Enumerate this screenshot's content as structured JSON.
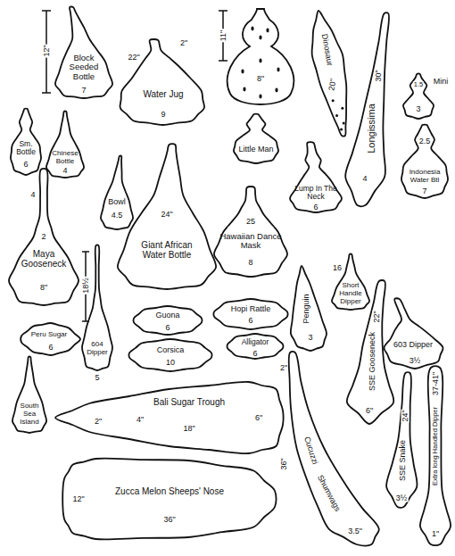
{
  "diagram": {
    "nodes": [
      {
        "text": [
          "Block Seeded Bottle"
        ]
      },
      {
        "text": [
          "Water Jug"
        ]
      },
      {
        "text": [
          "Dinosaur"
        ]
      },
      {
        "text": [
          "Longissima"
        ]
      },
      {
        "text": [
          "Mini"
        ]
      },
      {
        "text": [
          "Sm. Bottle"
        ]
      },
      {
        "text": [
          "Chinese Bottle"
        ]
      },
      {
        "text": [
          "Little Man"
        ]
      },
      {
        "text": [
          "Lump In The Neck"
        ]
      },
      {
        "text": [
          "Indonesia Water Btl"
        ]
      },
      {
        "text": [
          "Bowl"
        ]
      },
      {
        "text": [
          "Giant African Water Bottle"
        ]
      },
      {
        "text": [
          "Hawaiian Dance Mask"
        ]
      },
      {
        "text": [
          "Maya Gooseneck"
        ]
      },
      {
        "text": [
          "Short Handle Dipper"
        ]
      },
      {
        "text": [
          "Penguin"
        ]
      },
      {
        "text": [
          "Peru Sugar"
        ]
      },
      {
        "text": [
          "604 Dipper"
        ]
      },
      {
        "text": [
          "Guona"
        ]
      },
      {
        "text": [
          "Corsica"
        ]
      },
      {
        "text": [
          "Hopi Rattle"
        ]
      },
      {
        "text": [
          "Alligator"
        ]
      },
      {
        "text": [
          "603 Dipper"
        ]
      },
      {
        "text": [
          "SSE Gooseneck"
        ]
      },
      {
        "text": [
          "South Sea Island"
        ]
      },
      {
        "text": [
          "Bali Sugar Trough"
        ]
      },
      {
        "text": [
          "Cucuzzi",
          "Shumwags"
        ]
      },
      {
        "text": [
          "SSE Snake"
        ]
      },
      {
        "text": [
          "Extra long Handled Dipper"
        ]
      },
      {
        "text": [
          "Zucca Melon Sheeps' Nose"
        ]
      }
    ],
    "labels": [
      "12\"",
      "7",
      "22\"",
      "2\"",
      "9",
      "11\"",
      "8\"",
      "20\"",
      "30\"",
      "4",
      "1.5",
      "3",
      "6",
      "4",
      "2.5",
      "7",
      "6",
      "4.5",
      "24\"",
      "25",
      "8",
      "4",
      "2",
      "8\"",
      "16",
      "18½",
      "3",
      "6",
      "6",
      "10",
      "6",
      "6",
      "3½",
      "22\"",
      "6\"",
      "5",
      "2\"",
      "4\"",
      "18\"",
      "6\"",
      "2\"",
      "36\"",
      "3.5\"",
      "24\"",
      "3½",
      "37-41\"",
      "1\"",
      "12\"",
      "36\""
    ]
  }
}
